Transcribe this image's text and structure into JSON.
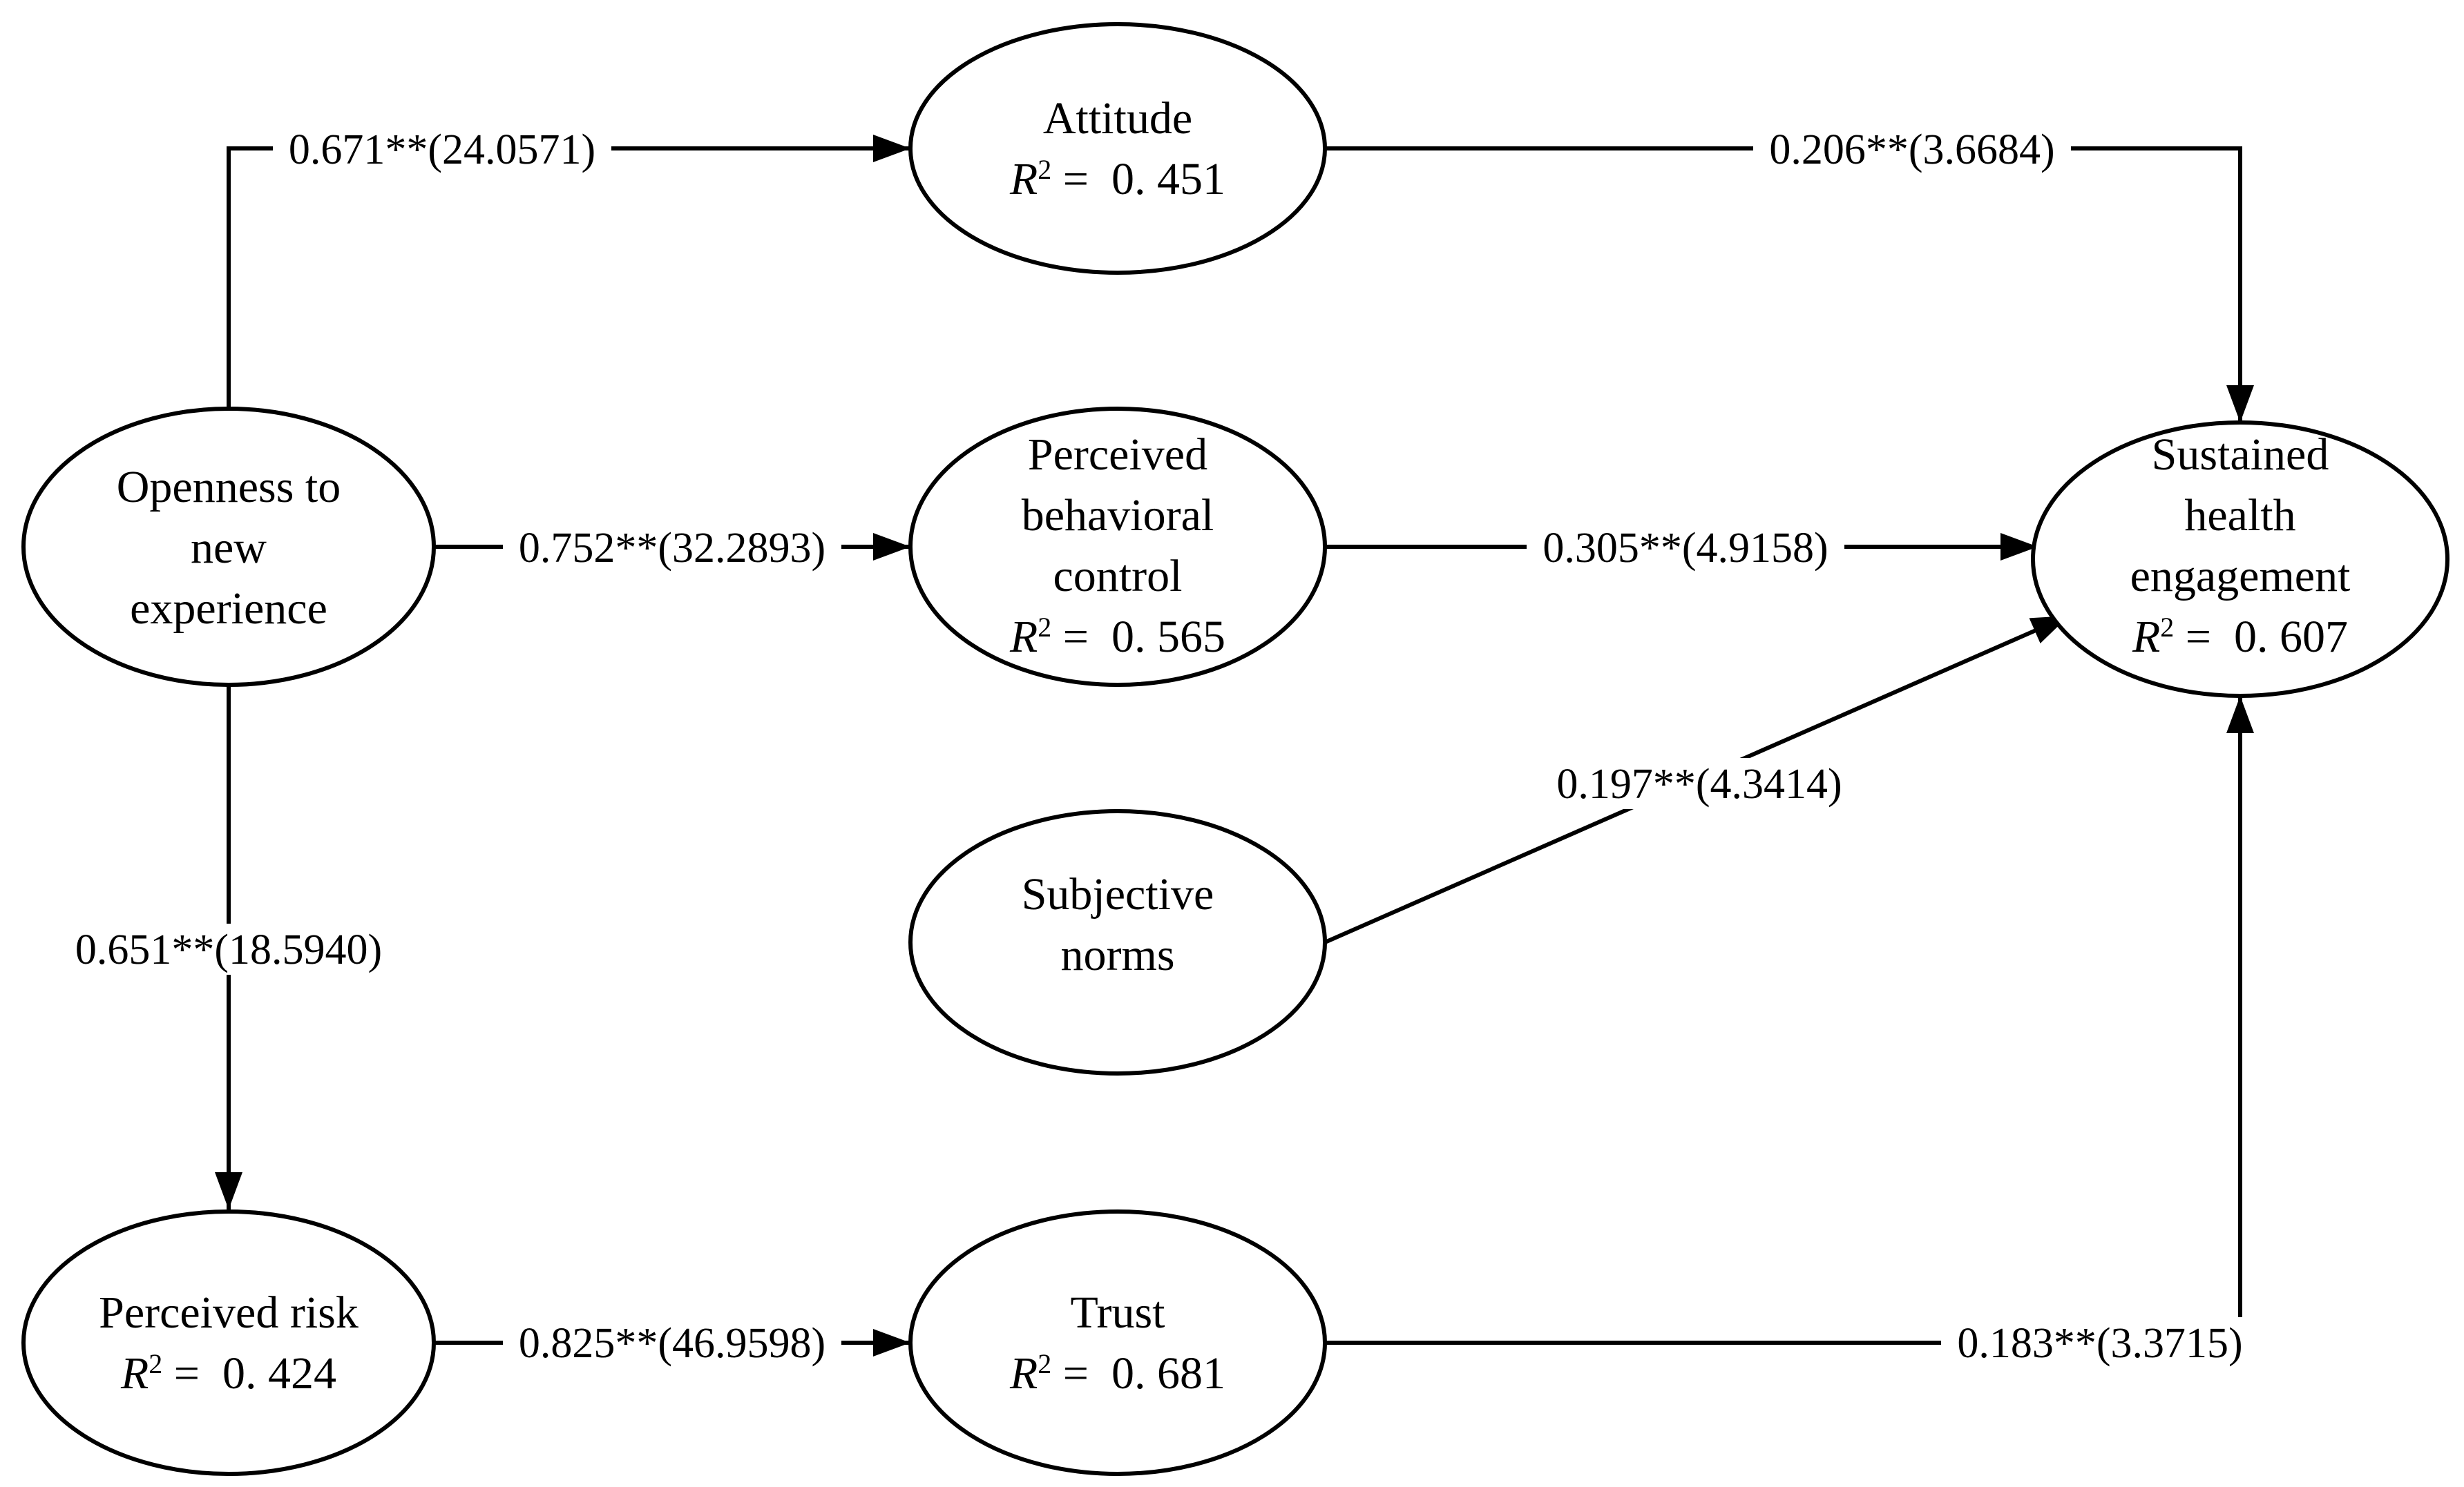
{
  "nodes": {
    "openness": {
      "lines": [
        "Openness to",
        "new",
        "experience"
      ],
      "r2": ""
    },
    "attitude": {
      "lines": [
        "Attitude"
      ],
      "r2": "0. 451"
    },
    "pbc": {
      "lines": [
        "Perceived",
        "behavioral",
        "control"
      ],
      "r2": "0. 565"
    },
    "subjective": {
      "lines": [
        "Subjective",
        "norms"
      ],
      "r2": ""
    },
    "risk": {
      "lines": [
        "Perceived risk"
      ],
      "r2": "0. 424"
    },
    "trust": {
      "lines": [
        "Trust"
      ],
      "r2": "0. 681"
    },
    "engagement": {
      "lines": [
        "Sustained",
        "health",
        "engagement"
      ],
      "r2": "0. 607"
    }
  },
  "r2_prefix": "R",
  "r2_sup": "2",
  "r2_eq": " =  ",
  "edges": {
    "openness_attitude": "0.671**(24.0571)",
    "openness_pbc": "0.752**(32.2893)",
    "openness_risk": "0.651**(18.5940)",
    "risk_trust": "0.825**(46.9598)",
    "attitude_engagement": "0.206**(3.6684)",
    "pbc_engagement": "0.305**(4.9158)",
    "subjective_engagement": "0.197**(4.3414)",
    "trust_engagement": "0.183**(3.3715)"
  },
  "colors": {
    "stroke": "#000000",
    "background": "#ffffff"
  }
}
